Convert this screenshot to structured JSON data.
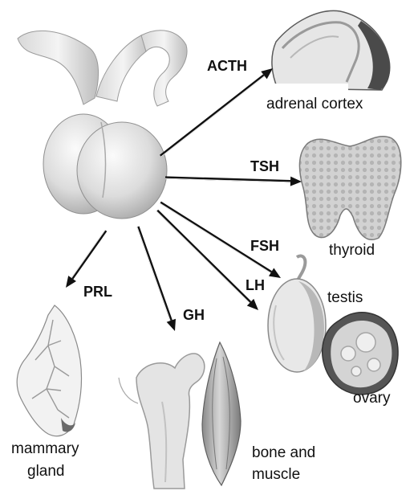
{
  "hormones": {
    "acth": "ACTH",
    "tsh": "TSH",
    "fsh": "FSH",
    "lh": "LH",
    "prl": "PRL",
    "gh": "GH"
  },
  "targets": {
    "adrenal_cortex": "adrenal cortex",
    "thyroid": "thyroid",
    "testis": "testis",
    "ovary": "ovary",
    "mammary_gland_line1": "mammary",
    "mammary_gland_line2": "gland",
    "bone_muscle_line1": "bone and",
    "bone_muscle_line2": "muscle"
  },
  "colors": {
    "arrow": "#111111",
    "arrow_highlight": "#ffffff",
    "tissue_light": "#eeeeee",
    "tissue_mid": "#c8c8c8",
    "tissue_dark": "#6e6e6e"
  }
}
